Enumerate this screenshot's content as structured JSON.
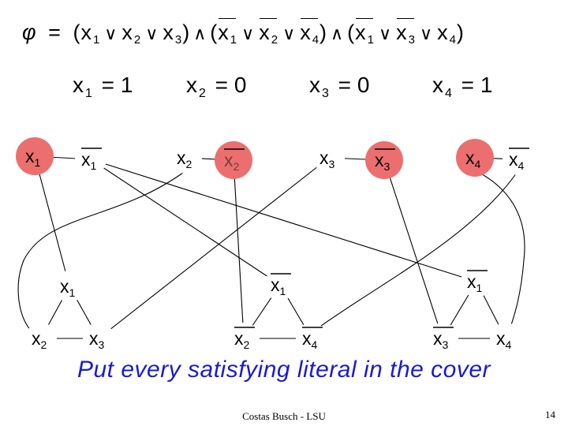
{
  "formula": {
    "phi": "φ",
    "equals": "=",
    "and_symbol": "∧",
    "or_symbol": "∨",
    "open_paren": "(",
    "close_paren": ")",
    "clauses": [
      [
        {
          "v": "x",
          "s": "1",
          "neg": false
        },
        {
          "v": "x",
          "s": "2",
          "neg": false
        },
        {
          "v": "x",
          "s": "3",
          "neg": false
        }
      ],
      [
        {
          "v": "x",
          "s": "1",
          "neg": true
        },
        {
          "v": "x",
          "s": "2",
          "neg": true
        },
        {
          "v": "x",
          "s": "4",
          "neg": true
        }
      ],
      [
        {
          "v": "x",
          "s": "1",
          "neg": true
        },
        {
          "v": "x",
          "s": "3",
          "neg": true
        },
        {
          "v": "x",
          "s": "4",
          "neg": false
        }
      ]
    ]
  },
  "assignments": [
    {
      "v": "x",
      "s": "1",
      "eq": "=",
      "val": "1"
    },
    {
      "v": "x",
      "s": "2",
      "eq": "=",
      "val": "0"
    },
    {
      "v": "x",
      "s": "3",
      "eq": "=",
      "val": "0"
    },
    {
      "v": "x",
      "s": "4",
      "eq": "=",
      "val": "1"
    }
  ],
  "graph": {
    "highlight_color": "#ec6f6f",
    "variable_nodes": [
      {
        "id": "x1",
        "v": "x",
        "s": "1",
        "neg": false,
        "highlighted": true
      },
      {
        "id": "nx1",
        "v": "x",
        "s": "1",
        "neg": true,
        "highlighted": false
      },
      {
        "id": "x2",
        "v": "x",
        "s": "2",
        "neg": false,
        "highlighted": false
      },
      {
        "id": "nx2",
        "v": "x",
        "s": "2",
        "neg": true,
        "highlighted": true
      },
      {
        "id": "x3",
        "v": "x",
        "s": "3",
        "neg": false,
        "highlighted": false
      },
      {
        "id": "nx3",
        "v": "x",
        "s": "3",
        "neg": true,
        "highlighted": true
      },
      {
        "id": "x4",
        "v": "x",
        "s": "4",
        "neg": false,
        "highlighted": true
      },
      {
        "id": "nx4",
        "v": "x",
        "s": "4",
        "neg": true,
        "highlighted": false
      }
    ],
    "clause_nodes": [
      {
        "id": "c1a",
        "v": "x",
        "s": "1",
        "neg": false
      },
      {
        "id": "c1b",
        "v": "x",
        "s": "2",
        "neg": false
      },
      {
        "id": "c1c",
        "v": "x",
        "s": "3",
        "neg": false
      },
      {
        "id": "c2a",
        "v": "x",
        "s": "1",
        "neg": true
      },
      {
        "id": "c2b",
        "v": "x",
        "s": "2",
        "neg": true
      },
      {
        "id": "c2c",
        "v": "x",
        "s": "4",
        "neg": true
      },
      {
        "id": "c3a",
        "v": "x",
        "s": "1",
        "neg": true
      },
      {
        "id": "c3b",
        "v": "x",
        "s": "3",
        "neg": true
      },
      {
        "id": "c3c",
        "v": "x",
        "s": "4",
        "neg": false
      }
    ]
  },
  "caption": "Put every satisfying literal in the cover",
  "footer": "Costas Busch - LSU",
  "page_number": "14"
}
